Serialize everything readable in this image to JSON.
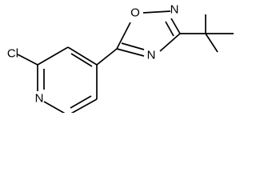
{
  "molecule": {
    "atoms": {
      "cl": "Cl",
      "n_pyridine": "N",
      "o_ring": "O",
      "n2_ring": "N",
      "n4_ring": "N"
    }
  }
}
